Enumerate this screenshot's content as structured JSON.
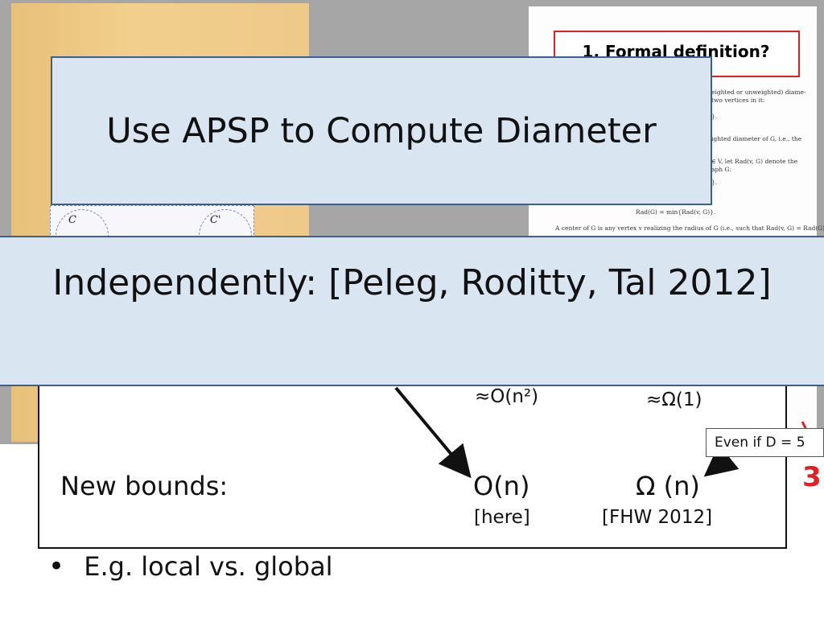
{
  "slide": {
    "title": "Use APSP to Compute Diameter",
    "banner": "Independently: [Peleg, Roditty, Tal 2012]",
    "old_upper_bound": "≈O(n²)",
    "old_lower_bound": "≈Ω(1)",
    "new_bounds_label": "New bounds:",
    "new_upper_bound": "O(n)",
    "new_upper_citation": "[here]",
    "new_lower_bound": "Ω (n)",
    "new_lower_citation": "[FHW 2012]",
    "callout": "Even if D = 5",
    "red_mark": "3",
    "bullet_marker": "•",
    "bullet_text": "E.g. local vs. global"
  },
  "paper_right": {
    "boxed_title": "1. Formal definition?",
    "snippets": [
      "eighted or unweighted) diame-",
      "two vertices in it:",
      "}.",
      "ighted diameter of G, i.e., the",
      "∈ V, let Rad(v, G) denote the",
      "aph G:",
      "}.",
      "Rad(G) = min{Rad(v, G)}.",
      "A center of G is any vertex v realizing the radius of G (i.e., such that Rad(v, G) = Rad(G))."
    ]
  },
  "paper_left": {
    "labels": [
      "C",
      "C'"
    ]
  },
  "colors": {
    "panel_fill": "#d9e5f1",
    "panel_border": "#3d5f8c",
    "accent_red": "#e31e24",
    "paper_yellow": "#f2cf8c"
  }
}
